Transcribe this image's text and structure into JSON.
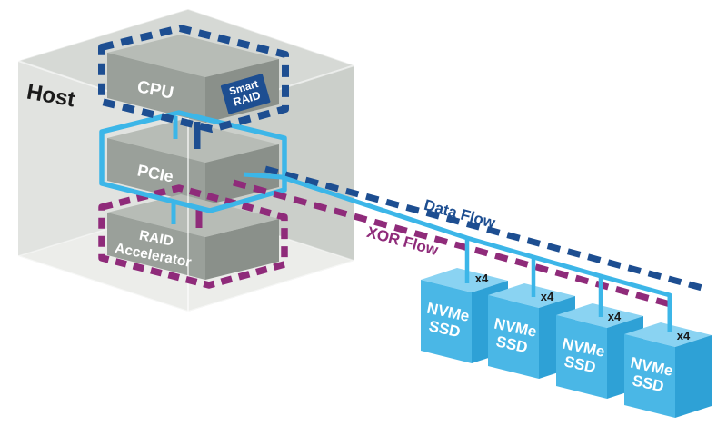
{
  "host": {
    "label": "Host"
  },
  "blocks": {
    "cpu": {
      "label": "CPU",
      "outline_style": "dashed"
    },
    "pcie": {
      "label": "PCIe",
      "outline_style": "solid"
    },
    "raid": {
      "label_line1": "RAID",
      "label_line2": "Accelerator",
      "outline_style": "dashed"
    }
  },
  "badge": {
    "line1": "Smart",
    "line2": "RAID"
  },
  "flows": {
    "data": {
      "label": "Data Flow",
      "color": "#1d4e91",
      "style": "dashed"
    },
    "xor": {
      "label": "XOR Flow",
      "color": "#8f2b7a",
      "style": "dashed"
    }
  },
  "ssds": [
    {
      "line1": "NVMe",
      "line2": "SSD",
      "lanes": "x4"
    },
    {
      "line1": "NVMe",
      "line2": "SSD",
      "lanes": "x4"
    },
    {
      "line1": "NVMe",
      "line2": "SSD",
      "lanes": "x4"
    },
    {
      "line1": "NVMe",
      "line2": "SSD",
      "lanes": "x4"
    }
  ],
  "colors": {
    "dark_blue": "#1d4e91",
    "light_blue": "#3cb6e8",
    "purple": "#8f2b7a",
    "text_dark": "#1a1a1a",
    "ssd_top": "#8ad3f2",
    "ssd_front": "#4ab7e6",
    "ssd_side": "#2ea1d6",
    "slab_top": "#b7bcb6",
    "slab_front": "#9aa09a",
    "slab_side": "#8a908a",
    "host_top": "#d6d9d5",
    "host_left": "#e1e3e0",
    "host_right": "#cbcfca",
    "host_floor": "#ecedea"
  }
}
